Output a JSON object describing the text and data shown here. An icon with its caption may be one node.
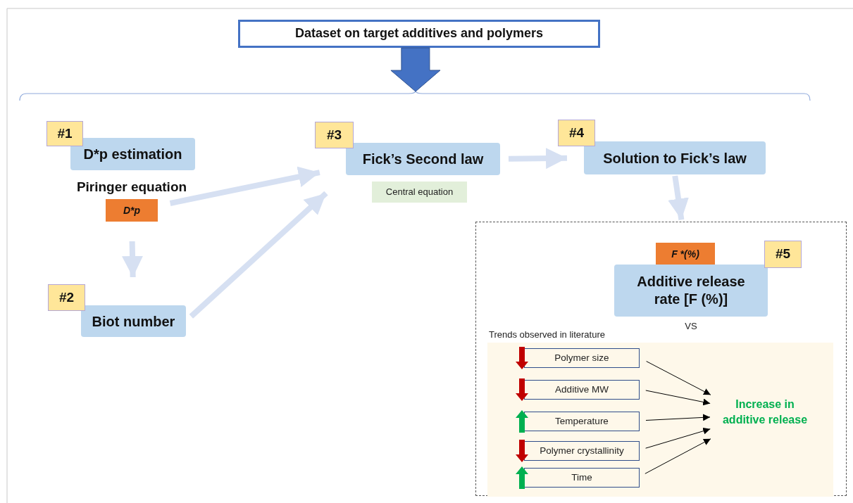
{
  "diagram": {
    "nodes": [
      {
        "text": [
          "Dataset on target additives and polymers"
        ]
      },
      {
        "text": [
          "#1"
        ]
      },
      {
        "text": [
          "D*p estimation"
        ]
      },
      {
        "text": [
          "D*p"
        ],
        "beside": [
          "Piringer equation"
        ]
      },
      {
        "text": [
          "#2"
        ]
      },
      {
        "text": [
          "Biot number"
        ]
      },
      {
        "text": [
          "#3"
        ]
      },
      {
        "text": [
          "Fick’s Second law"
        ]
      },
      {
        "text": [
          "Central equation"
        ]
      },
      {
        "text": [
          "#4"
        ]
      },
      {
        "text": [
          "Solution to Fick’s law"
        ]
      },
      {
        "text": [],
        "shape": "box"
      },
      {
        "text": [
          "F *(%)"
        ],
        "in": 11
      },
      {
        "text": [
          "#5"
        ],
        "in": 11
      },
      {
        "text": [
          "Additive release rate [F (%)]"
        ],
        "in": 11,
        "beside": [
          "VS"
        ]
      },
      {
        "text": [
          "Trends observed in literature"
        ],
        "in": 11
      },
      {
        "text": [
          "Polymer size"
        ],
        "in": 15
      },
      {
        "text": [
          "Additive MW"
        ],
        "in": 15
      },
      {
        "text": [
          "Temperature"
        ],
        "in": 15
      },
      {
        "text": [
          "Polymer crystallinity"
        ],
        "in": 15
      },
      {
        "text": [
          "Time"
        ],
        "in": 15
      },
      {
        "text": [
          "Increase in additive release"
        ],
        "in": 15
      }
    ],
    "edges": [
      {
        "from": 0,
        "to": null,
        "arrow": "to",
        "style": "thick",
        "color": "#4472c4"
      },
      {
        "from": 3,
        "to": 7,
        "arrow": "to",
        "style": "thick"
      },
      {
        "from": 3,
        "to": 5,
        "arrow": "to",
        "style": "thick"
      },
      {
        "from": 5,
        "to": 7,
        "arrow": "to",
        "style": "thick"
      },
      {
        "from": 7,
        "to": 10,
        "arrow": "to",
        "style": "thick"
      },
      {
        "from": 10,
        "to": 12,
        "arrow": "to",
        "style": "thick"
      },
      {
        "from": 16,
        "to": 21,
        "arrow": "to",
        "color": "#000000"
      },
      {
        "from": 17,
        "to": 21,
        "arrow": "to",
        "color": "#000000"
      },
      {
        "from": 18,
        "to": 21,
        "arrow": "to",
        "color": "#000000"
      },
      {
        "from": 19,
        "to": 21,
        "arrow": "to",
        "color": "#000000"
      },
      {
        "from": 20,
        "to": 21,
        "arrow": "to",
        "color": "#000000"
      }
    ]
  }
}
